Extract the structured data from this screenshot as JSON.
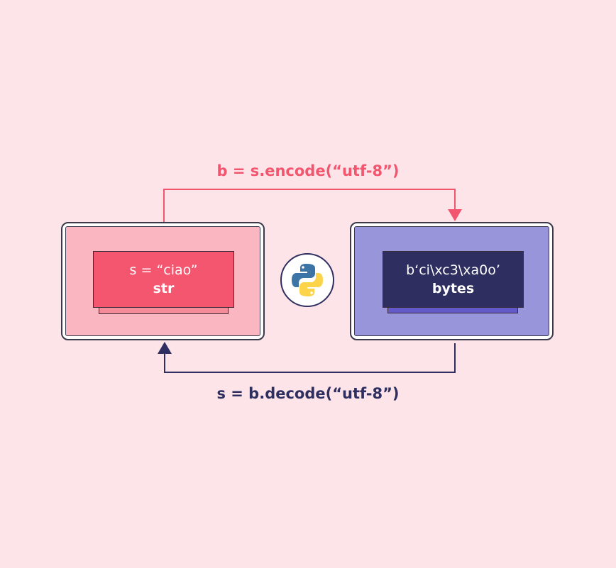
{
  "encode_label": "b = s.encode(“utf-8”)",
  "decode_label": "s = b.decode(“utf-8”)",
  "str_box": {
    "value": "s = “ciao”",
    "type": "str"
  },
  "bytes_box": {
    "value": "b‘ci\\xc3\\xa0o’",
    "type": "bytes"
  },
  "colors": {
    "encode": "#f2566f",
    "decode": "#2e2f60",
    "str_bg": "#fbb7c1",
    "bytes_bg": "#9995db"
  },
  "center_icon": "python-logo-icon"
}
